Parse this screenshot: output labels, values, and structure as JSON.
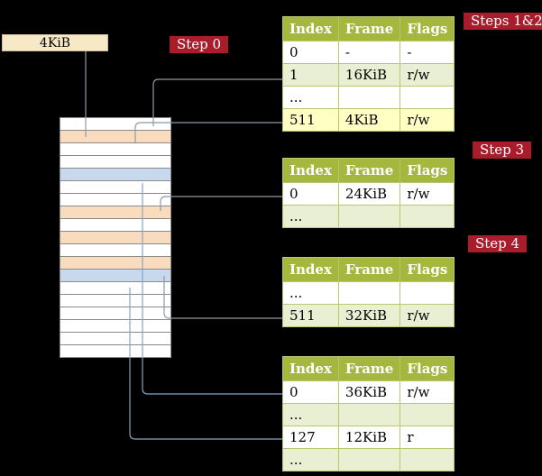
{
  "labels": {
    "frame_size": "4KiB",
    "step0": "Step 0",
    "steps12": "Steps 1&2",
    "step3": "Step 3",
    "step4": "Step 4"
  },
  "colors": {
    "accent_red": "#a81c2c",
    "table_header": "#a6b73e",
    "table_border": "#b9c86e",
    "row_alt": "#e9efd3",
    "row_highlight": "#ffffc4",
    "frame_box_cream": "#f7e9c6",
    "memory_table_frame": "#f9dcbd",
    "memory_page_frame": "#c8d9ee",
    "arrow_gray": "#8e9aa4",
    "arrow_blue": "#86a4cc"
  },
  "tables": [
    {
      "name": "page-table-step-1-2",
      "headers": [
        "Index",
        "Frame",
        "Flags"
      ],
      "rows": [
        {
          "index": "0",
          "frame": "-",
          "flags": "-",
          "style": "white"
        },
        {
          "index": "1",
          "frame": "16KiB",
          "flags": "r/w",
          "style": "alt"
        },
        {
          "index": "...",
          "frame": "",
          "flags": "",
          "style": "white"
        },
        {
          "index": "511",
          "frame": "4KiB",
          "flags": "r/w",
          "style": "hl"
        }
      ]
    },
    {
      "name": "page-table-step-3",
      "headers": [
        "Index",
        "Frame",
        "Flags"
      ],
      "rows": [
        {
          "index": "0",
          "frame": "24KiB",
          "flags": "r/w",
          "style": "white"
        },
        {
          "index": "...",
          "frame": "",
          "flags": "",
          "style": "alt"
        }
      ]
    },
    {
      "name": "page-table-step-4",
      "headers": [
        "Index",
        "Frame",
        "Flags"
      ],
      "rows": [
        {
          "index": "...",
          "frame": "",
          "flags": "",
          "style": "white"
        },
        {
          "index": "511",
          "frame": "32KiB",
          "flags": "r/w",
          "style": "alt"
        }
      ]
    },
    {
      "name": "page-table-final",
      "headers": [
        "Index",
        "Frame",
        "Flags"
      ],
      "rows": [
        {
          "index": "0",
          "frame": "36KiB",
          "flags": "r/w",
          "style": "white"
        },
        {
          "index": "...",
          "frame": "",
          "flags": "",
          "style": "alt"
        },
        {
          "index": "127",
          "frame": "12KiB",
          "flags": "r",
          "style": "white"
        },
        {
          "index": "...",
          "frame": "",
          "flags": "",
          "style": "alt"
        }
      ]
    }
  ],
  "memory": {
    "rows": [
      "white",
      "table",
      "white",
      "white",
      "page",
      "white",
      "white",
      "table",
      "white",
      "table",
      "white",
      "table",
      "page",
      "white",
      "white",
      "white",
      "white",
      "white",
      "white"
    ]
  },
  "arrows": [
    {
      "name": "arrow-4kib-box-to-frame",
      "color": "gray"
    },
    {
      "name": "arrow-entry1-16kib-to-frame",
      "color": "gray"
    },
    {
      "name": "arrow-entry511-4kib-to-frame",
      "color": "gray"
    },
    {
      "name": "arrow-entry0-24kib-to-frame",
      "color": "gray"
    },
    {
      "name": "arrow-entry511-32kib-to-frame",
      "color": "gray"
    },
    {
      "name": "arrow-entry0-36kib-to-frame",
      "color": "blue"
    },
    {
      "name": "arrow-entry127-12kib-to-frame",
      "color": "blue"
    }
  ]
}
